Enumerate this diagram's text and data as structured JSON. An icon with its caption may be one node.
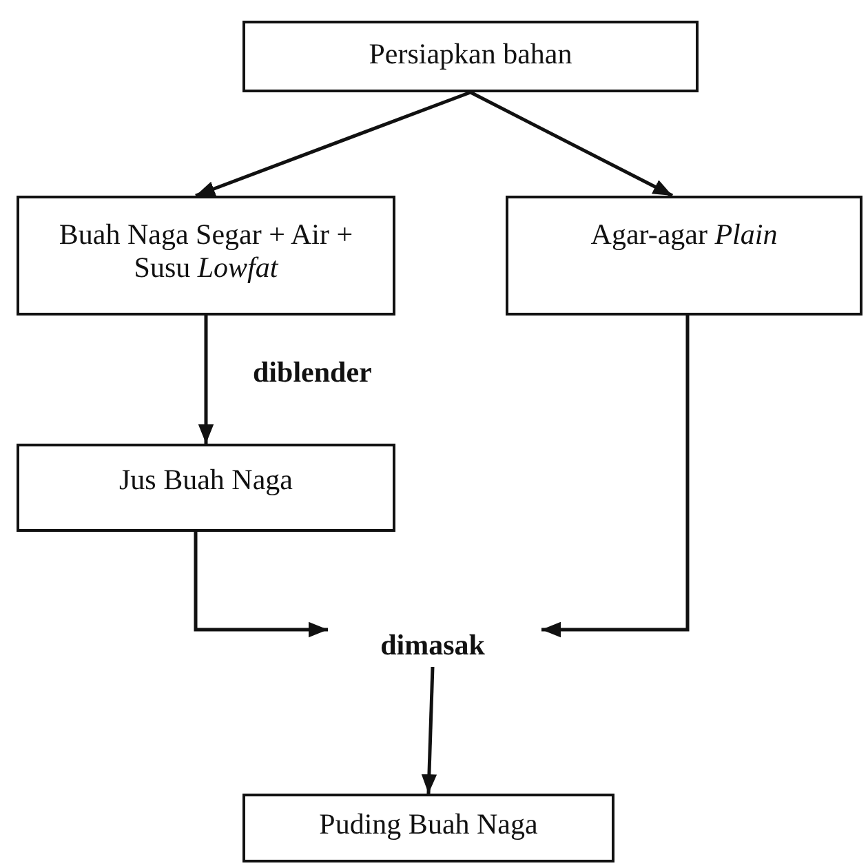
{
  "diagram": {
    "nodes": [
      {
        "text": [
          "Persiapkan bahan"
        ]
      },
      {
        "text": [
          "Buah Naga Segar + Air + Susu *Lowfat*"
        ]
      },
      {
        "text": [
          "Agar-agar *Plain*"
        ]
      },
      {
        "text": [
          "Jus Buah Naga"
        ]
      },
      {
        "text": [
          "dimasak"
        ]
      },
      {
        "text": [
          "Puding Buah Naga"
        ]
      }
    ],
    "edges": [
      {
        "from": 0,
        "to": 1,
        "arrow": "to"
      },
      {
        "from": 0,
        "to": 2,
        "arrow": "to"
      },
      {
        "from": 1,
        "to": 3,
        "arrow": "to",
        "label": "diblender"
      },
      {
        "from": 3,
        "to": 4,
        "arrow": "to"
      },
      {
        "from": 2,
        "to": 4,
        "arrow": "to"
      },
      {
        "from": 4,
        "to": 5,
        "arrow": "to"
      }
    ]
  }
}
